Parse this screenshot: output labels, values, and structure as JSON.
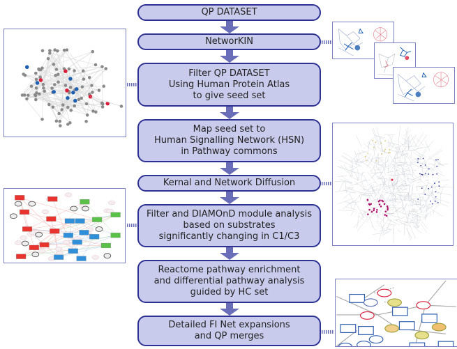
{
  "steps": [
    {
      "id": "qp-dataset",
      "lines": [
        "QP DATASET"
      ]
    },
    {
      "id": "networkin",
      "lines": [
        "NetworKIN"
      ]
    },
    {
      "id": "filter-qp",
      "lines": [
        "Filter QP DATASET",
        "Using Human Protein Atlas",
        "to give seed set"
      ]
    },
    {
      "id": "map-seed",
      "lines": [
        "Map seed set to",
        "Human Signalling Network (HSN)",
        "in Pathway commons"
      ]
    },
    {
      "id": "kernel-diffusion",
      "lines": [
        "Kernal and Network Diffusion"
      ]
    },
    {
      "id": "diamond",
      "lines": [
        "Filter and DIAMOnD module analysis",
        "based on substrates",
        "significantly changing in C1/C3"
      ]
    },
    {
      "id": "reactome",
      "lines": [
        "Reactome pathway enrichment",
        "and differential pathway analysis",
        "guided by HC set"
      ]
    },
    {
      "id": "fi-net",
      "lines": [
        "Detailed FI Net expansions",
        "and QP merges"
      ]
    }
  ],
  "panels": {
    "seed_network": "seed-set network graph (grey, blue, red nodes)",
    "networkin_graphs": "three stacked kinase network graphs (blue and red clusters)",
    "hsn_hairball": "Human Signalling Network hairball",
    "diamond_modules": "DIAMOnD module network (red, blue, green boxes)",
    "fi_network": "FI network expansion graph"
  },
  "colors": {
    "box_fill": "#c8cbec",
    "box_border": "#2e3192",
    "arrow": "#6a6db7",
    "panel_border": "#7b7fc0",
    "node_grey": "#8a8a8a",
    "node_blue": "#1f5fb0",
    "node_red": "#d91e3c",
    "node_green": "#59c148"
  }
}
